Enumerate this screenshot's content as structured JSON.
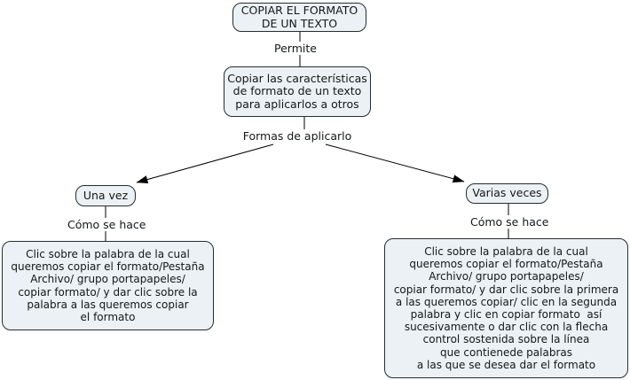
{
  "title": "Mapa conceptual: Copiar el formato de un texto",
  "colors": {
    "background": "#ffffff",
    "node_fill": "#ebf1f4",
    "node_border": "#272d30",
    "text": "#14181a",
    "connector": "#000000"
  },
  "nodes": {
    "root": {
      "label": "COPIAR EL FORMATO\nDE UN TEXTO"
    },
    "definition": {
      "label": "Copiar las características\nde formato de un texto\npara aplicarlos a otros"
    },
    "una_vez": {
      "label": "Una vez"
    },
    "varias_veces": {
      "label": "Varias veces"
    },
    "detalle_una_vez": {
      "label": "Clic sobre la palabra de la cual\nqueremos copiar el formato/Pestaña\nArchivo/ grupo portapapeles/\ncopiar formato/ y dar clic sobre la\npalabra a las queremos copiar\nel formato"
    },
    "detalle_varias_veces": {
      "label": "Clic sobre la palabra de la cual\nqueremos copiar el formato/Pestaña\nArchivo/ grupo portapapeles/\ncopiar formato/ y dar clic sobre la primera\na las queremos copiar/ clic en la segunda\npalabra y clic en copiar formato  así\nsucesivamente o dar clic con la flecha\ncontrol sostenida sobre la línea\nque contienede palabras\na las que se desea dar el formato"
    }
  },
  "linking_phrases": {
    "permite": {
      "label": "Permite"
    },
    "formas_de_aplicarlo": {
      "label": "Formas de aplicarlo"
    },
    "como_se_hace_left": {
      "label": "Cómo se hace"
    },
    "como_se_hace_right": {
      "label": "Cómo se hace"
    }
  }
}
